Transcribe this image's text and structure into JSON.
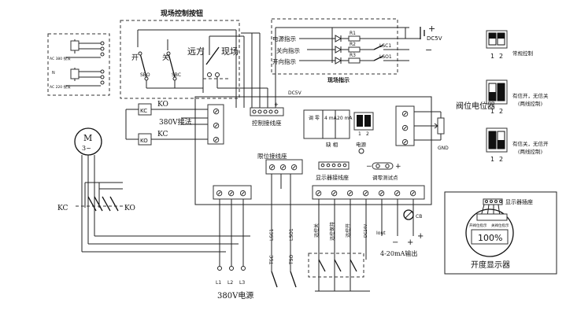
{
  "field_buttons": {
    "title": "现场控制按钮",
    "open": "开",
    "close": "关",
    "sbo": "SBO",
    "sbc": "SBC",
    "remote": "远方",
    "local": "现场"
  },
  "indicator": {
    "title": "现场指示",
    "r1": "R1",
    "r2": "R2",
    "r3": "R3",
    "power": "电源指示",
    "closed": "关向指示",
    "opened": "开向指示",
    "lsc1": "LSC1",
    "lso1": "LSO1",
    "dc": "DC5V",
    "plus": "+",
    "minus": "−"
  },
  "mini_schematic": {
    "ac380": "AC 380 接法",
    "ac220": "AC 220 接法",
    "n": "N"
  },
  "dip": {
    "normal": {
      "label": "常规控制",
      "n1": "1",
      "n2": "2"
    },
    "mode2": {
      "label1": "有信开，无信关",
      "label2": "(两线控制)",
      "n1": "1",
      "n2": "2"
    },
    "mode3": {
      "label1": "有信关，无信开",
      "label2": "(两线控制)",
      "n1": "1",
      "n2": "2"
    }
  },
  "motor": {
    "m": "M",
    "phase": "3~"
  },
  "contactors": {
    "ko": "KO",
    "kc": "KC",
    "ko_box": "KO",
    "kc_box": "KC",
    "wiring380": "380V接法",
    "kc_bottom": "KC",
    "ko_bottom": "KO"
  },
  "board": {
    "dc5v": "DC5V",
    "ctrl_socket": "控制接线座",
    "tuning": "调 零",
    "ma4": "4 mA",
    "ma20": "20 mA",
    "fault": "缺 相",
    "power": "电源",
    "sw1": "1",
    "sw2": "2",
    "limit_socket": "限位接线座",
    "display_socket": "显示器接线座",
    "zero_test": "调零测试点",
    "plus": "+",
    "minus": "−"
  },
  "potentiometer": {
    "label": "阀位电位器",
    "gnd": "GND"
  },
  "terminals": {
    "remote_close": "远控关",
    "remote_hold": "远控保持",
    "remote_open": "远控开",
    "dc24v": "DC24V",
    "iout": "Iout",
    "cb": "CB",
    "output": "4-20mA输出",
    "plus1": "+",
    "minus1": "−",
    "plus2": "+"
  },
  "limits": {
    "lsc1": "LSC1",
    "lso1": "LSO1",
    "tsc": "TSC",
    "tso": "TSO"
  },
  "power_source": {
    "l1": "L1",
    "l2": "L2",
    "l3": "L3",
    "label": "380V电源"
  },
  "display": {
    "header": "显示器插座",
    "left_caption": "开阀位指示",
    "right_caption": "关阀位指示",
    "value": "100%",
    "caption": "开度显示器"
  }
}
